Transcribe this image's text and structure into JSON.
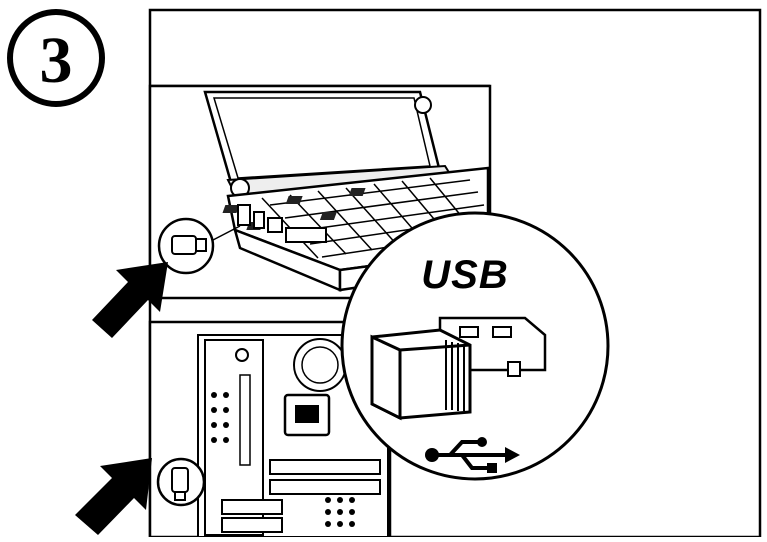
{
  "step": {
    "number": "3"
  },
  "callout": {
    "title": "USB",
    "symbol": "usb-symbol-icon"
  },
  "panels": {
    "laptop": {
      "icon": "laptop-icon"
    },
    "desktop": {
      "icon": "desktop-tower-icon"
    }
  },
  "arrows": {
    "icon": "arrow-icon",
    "count": 2
  },
  "colors": {
    "ink": "#000000",
    "paper": "#ffffff",
    "shade": "#d8d8d8"
  }
}
